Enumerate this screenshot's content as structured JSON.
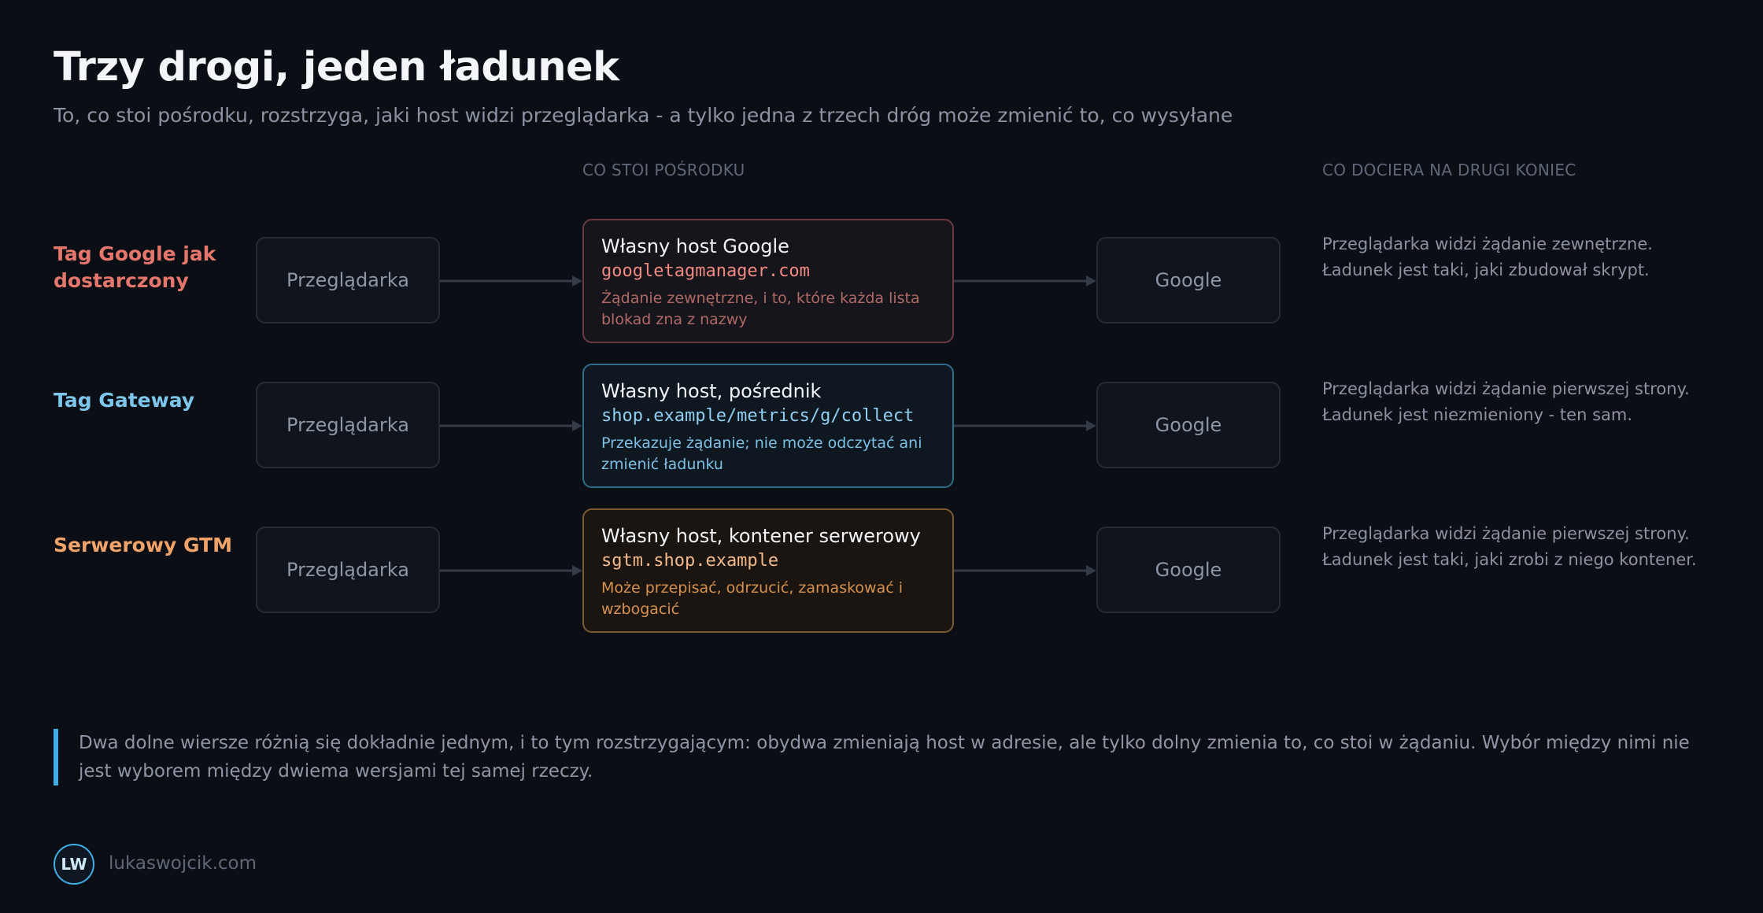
{
  "title": "Trzy drogi, jeden ładunek",
  "subtitle": "To, co stoi pośrodku, rozstrzyga, jaki host widzi przeglądarka - a tylko jedna z trzech dróg może zmienić to, co wysyłane",
  "columns": {
    "middle": "CO STOI POŚRODKU",
    "right": "CO DOCIERA NA DRUGI KONIEC"
  },
  "rows": [
    {
      "label": "Tag Google jak dostarczony",
      "label_color": "#e5766b",
      "source": "Przeglądarka",
      "middle_title": "Własny host Google",
      "middle_host": "googletagmanager.com",
      "middle_note": "Żądanie zewnętrzne, i to, które każda lista blokad zna z nazwy",
      "border_color": "#6b3a3e",
      "bg_color": "#16151b",
      "host_color": "#f08a80",
      "note_color": "#b06a66",
      "destination": "Google",
      "desc_line1": "Przeglądarka widzi żądanie zewnętrzne.",
      "desc_line2": "Ładunek jest taki, jaki zbudował skrypt."
    },
    {
      "label": "Tag Gateway",
      "label_color": "#7cc6ec",
      "source": "Przeglądarka",
      "middle_title": "Własny host, pośrednik",
      "middle_host": "shop.example/metrics/g/collect",
      "middle_note": "Przekazuje żądanie; nie może odczytać ani zmienić ładunku",
      "border_color": "#2f6c8c",
      "bg_color": "#0f1821",
      "host_color": "#8fd0f2",
      "note_color": "#7cc0e4",
      "destination": "Google",
      "desc_line1": "Przeglądarka widzi żądanie pierwszej strony.",
      "desc_line2": "Ładunek jest niezmieniony - ten sam."
    },
    {
      "label": "Serwerowy GTM",
      "label_color": "#f0a368",
      "source": "Przeglądarka",
      "middle_title": "Własny host, kontener serwerowy",
      "middle_host": "sgtm.shop.example",
      "middle_note": "Może przepisać, odrzucić, zamaskować i wzbogacić",
      "border_color": "#7c5a30",
      "bg_color": "#1a1510",
      "host_color": "#f4b98a",
      "note_color": "#d6914f",
      "destination": "Google",
      "desc_line1": "Przeglądarka widzi żądanie pierwszej strony.",
      "desc_line2": "Ładunek jest taki, jaki zrobi z niego kontener."
    }
  ],
  "callout": "Dwa dolne wiersze różnią się dokładnie jednym, i to tym rozstrzygającym: obydwa zmieniają host w adresie, ale tylko dolny zmienia to, co stoi w żądaniu. Wybór między nimi nie jest wyborem między dwiema wersjami tej samej rzeczy.",
  "footer": {
    "logo": "LW",
    "site": "lukaswojcik.com"
  },
  "colors": {
    "background": "#0b0e14",
    "arrow": "#343c4a",
    "accent": "#3eaee8"
  }
}
